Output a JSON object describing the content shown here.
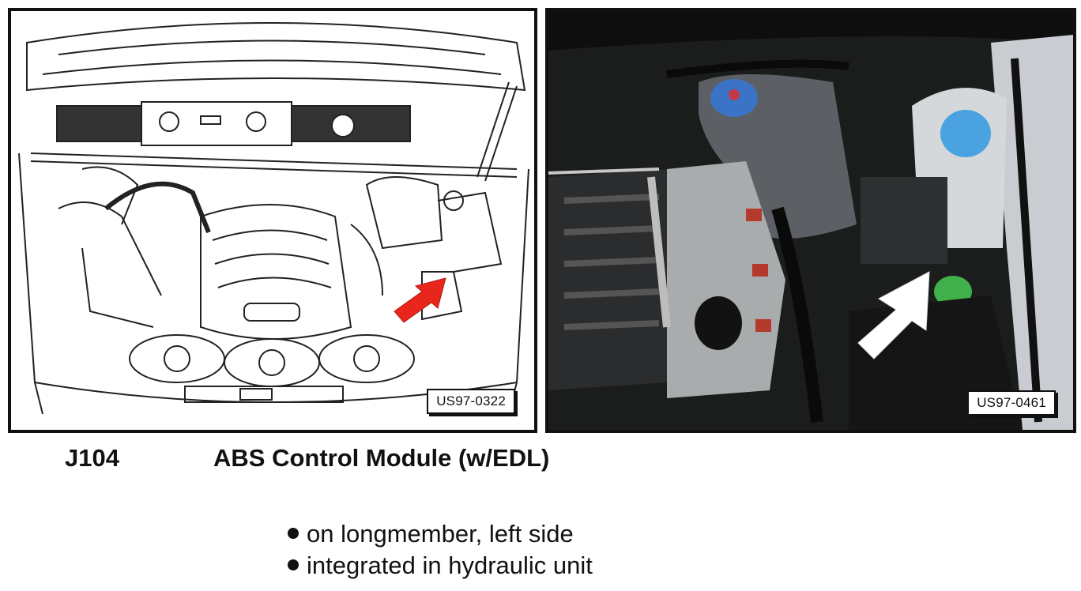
{
  "figures": {
    "left": {
      "code": "US97-0322",
      "arrow_color": "#e8261c"
    },
    "right": {
      "code": "US97-0461",
      "arrow_color": "#ffffff"
    }
  },
  "caption": {
    "id": "J104",
    "title": "ABS Control Module (w/EDL)"
  },
  "bullets": [
    "on longmember, left side",
    "integrated in hydraulic unit"
  ],
  "icons": {
    "locator_arrow_left": "red-arrow-icon",
    "locator_arrow_right": "white-arrow-icon"
  }
}
